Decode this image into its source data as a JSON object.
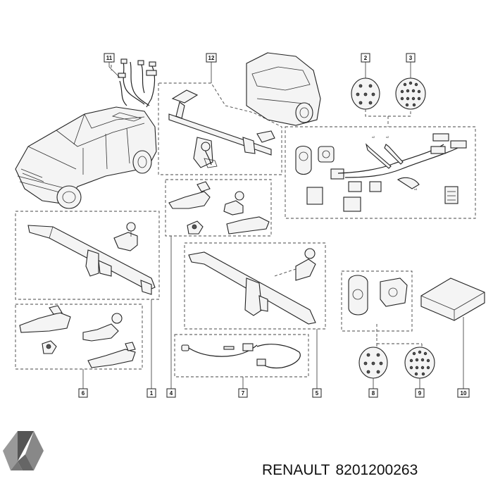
{
  "callouts": [
    {
      "id": "1",
      "label": "1"
    },
    {
      "id": "2",
      "label": "2"
    },
    {
      "id": "3",
      "label": "3"
    },
    {
      "id": "4",
      "label": "4"
    },
    {
      "id": "5",
      "label": "5"
    },
    {
      "id": "6",
      "label": "6"
    },
    {
      "id": "7",
      "label": "7"
    },
    {
      "id": "8",
      "label": "8"
    },
    {
      "id": "9",
      "label": "9"
    },
    {
      "id": "10",
      "label": "10"
    },
    {
      "id": "11",
      "label": "11"
    },
    {
      "id": "12",
      "label": "12"
    }
  ],
  "caption": {
    "brand": "RENAULT",
    "part_number": "8201200263"
  },
  "logo": {
    "name": "renault-diamond-logo"
  }
}
